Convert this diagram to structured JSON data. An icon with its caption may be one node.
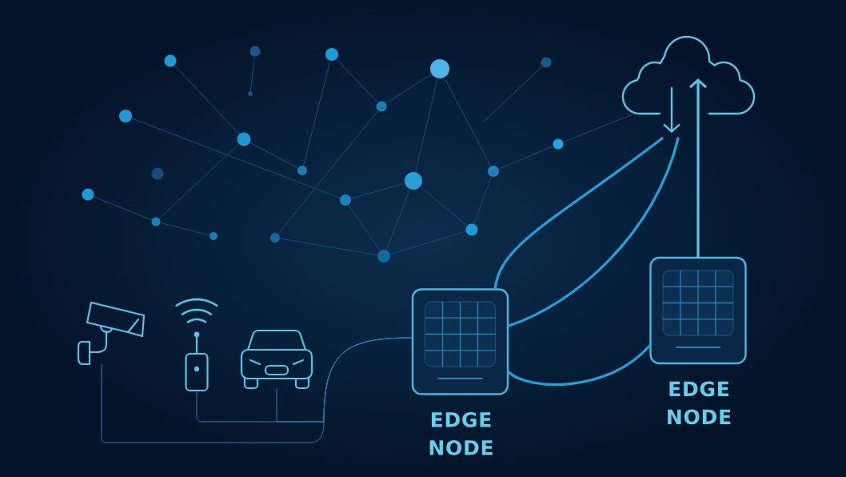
{
  "diagram": {
    "nodes": [
      {
        "text": [],
        "shape": "circle"
      },
      {
        "text": [],
        "shape": "circle"
      },
      {
        "text": [],
        "shape": "circle"
      },
      {
        "text": [],
        "shape": "circle"
      },
      {
        "text": [],
        "shape": "circle"
      },
      {
        "text": [],
        "shape": "cloud"
      },
      {
        "text": [],
        "shape": "circle"
      },
      {
        "text": [],
        "shape": "circle"
      },
      {
        "text": [],
        "shape": "circle"
      },
      {
        "text": [],
        "shape": "circle"
      },
      {
        "text": [],
        "shape": "circle"
      },
      {
        "text": [],
        "shape": "circle"
      },
      {
        "text": [],
        "shape": "circle"
      },
      {
        "text": [],
        "shape": "circle"
      },
      {
        "text": [],
        "shape": "circle"
      },
      {
        "text": [],
        "shape": "circle"
      },
      {
        "text": [],
        "shape": "circle"
      },
      {
        "text": [],
        "shape": "circle"
      },
      {
        "text": [],
        "shape": "circle"
      },
      {
        "text": [],
        "shape": "circle"
      },
      {
        "text": [],
        "shape": "circle"
      },
      {
        "text": [],
        "shape": "circle"
      },
      {
        "text": [],
        "shape": "picture"
      },
      {
        "text": [],
        "shape": "picture"
      },
      {
        "text": [],
        "shape": "picture"
      },
      {
        "text": [
          "EDGE NODE"
        ]
      },
      {
        "text": [
          "EDGE NODE"
        ]
      }
    ],
    "edges": [
      {
        "from": 0,
        "to": 9,
        "arrow": "none"
      },
      {
        "from": 1,
        "to": 7,
        "arrow": "none"
      },
      {
        "from": 2,
        "to": 12,
        "arrow": "none"
      },
      {
        "from": 2,
        "to": 8,
        "arrow": "none"
      },
      {
        "from": 8,
        "to": 3,
        "arrow": "none"
      },
      {
        "from": 3,
        "to": 13,
        "arrow": "none"
      },
      {
        "from": 3,
        "to": 14,
        "arrow": "none"
      },
      {
        "from": 4,
        "to": null,
        "arrow": "none"
      },
      {
        "from": 6,
        "to": 16,
        "arrow": "none"
      },
      {
        "from": 9,
        "to": 12,
        "arrow": "none"
      },
      {
        "from": 9,
        "to": 17,
        "arrow": "none"
      },
      {
        "from": 8,
        "to": 19,
        "arrow": "none"
      },
      {
        "from": 14,
        "to": 10,
        "arrow": "none"
      },
      {
        "from": 10,
        "to": 5,
        "arrow": "none"
      },
      {
        "from": 13,
        "to": 16,
        "arrow": "none"
      },
      {
        "from": 13,
        "to": 21,
        "arrow": "none"
      },
      {
        "from": 13,
        "to": 20,
        "arrow": "none"
      },
      {
        "from": 14,
        "to": 20,
        "arrow": "none"
      },
      {
        "from": 15,
        "to": 17,
        "arrow": "none"
      },
      {
        "from": 17,
        "to": 18,
        "arrow": "none"
      },
      {
        "from": 16,
        "to": 21,
        "arrow": "none"
      },
      {
        "from": 19,
        "to": 21,
        "arrow": "none"
      },
      {
        "from": 21,
        "to": 20,
        "arrow": "none"
      },
      {
        "from": 22,
        "to": 25,
        "arrow": "none",
        "color": "#2b7fae"
      },
      {
        "from": 23,
        "to": 25,
        "arrow": "none",
        "color": "#2b7fae"
      },
      {
        "from": 24,
        "to": 25,
        "arrow": "none",
        "color": "#2b7fae"
      },
      {
        "from": 25,
        "to": 5,
        "arrow": "none",
        "style": "thick",
        "color": "#1fa3dc"
      },
      {
        "from": 25,
        "to": 5,
        "arrow": "none",
        "style": "thick",
        "color": "#1fa3dc"
      },
      {
        "from": 25,
        "to": 26,
        "arrow": "none",
        "style": "thick",
        "color": "#1fa3dc"
      },
      {
        "from": 26,
        "to": 5,
        "arrow": "to",
        "style": "thick",
        "color": "#5cc3e6"
      }
    ]
  }
}
